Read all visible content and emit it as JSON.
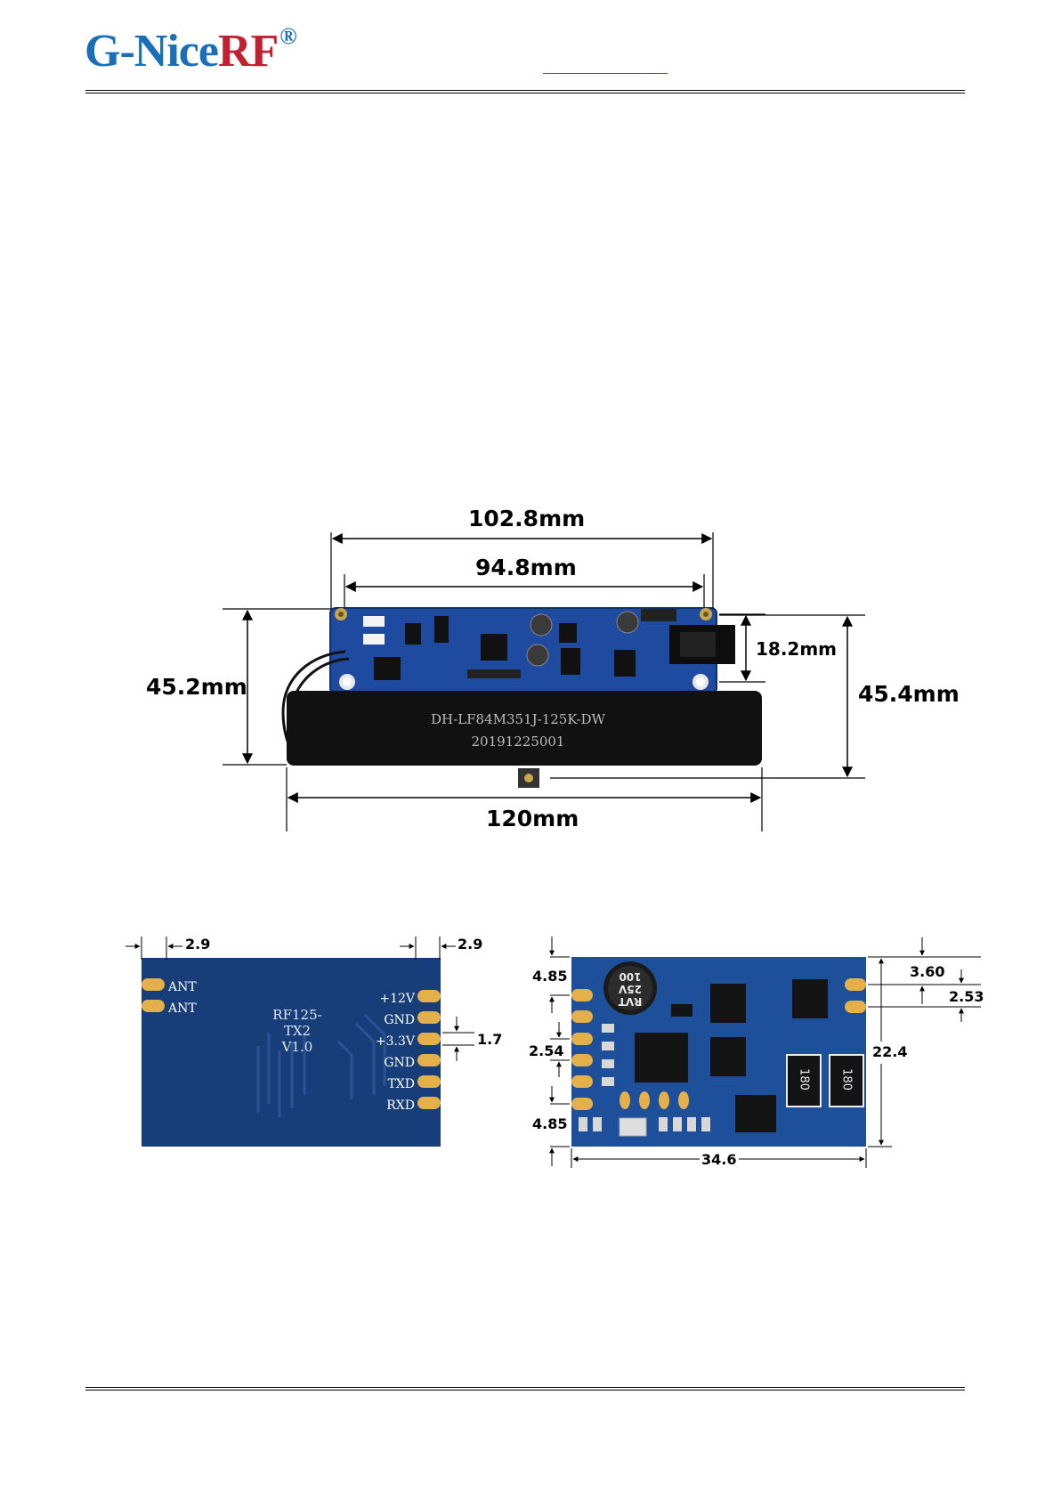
{
  "header": {
    "brand_prefix": "G-Nice",
    "brand_suffix": "RF",
    "registered_mark": "®"
  },
  "figure1": {
    "dim_width_outer": "102.8mm",
    "dim_width_inner": "94.8mm",
    "dim_height_left": "45.2mm",
    "dim_height_right": "45.4mm",
    "dim_connector": "18.2mm",
    "dim_total_width": "120mm",
    "antenna_label_1": "DH-LF84M351J-125K-DW",
    "antenna_label_2": "20191225001"
  },
  "figure2": {
    "back": {
      "dim_left": "2.9",
      "dim_right": "2.9",
      "dim_pitch": "1.7",
      "ant_labels": [
        "ANT",
        "ANT"
      ],
      "pin_labels": [
        "+12V",
        "GND",
        "+3.3V",
        "GND",
        "TXD",
        "RXD"
      ],
      "board_name": "RF125-TX2",
      "board_version": "V1.0"
    },
    "front": {
      "dim_top": "4.85",
      "dim_pitch": "2.54",
      "dim_bottom": "4.85",
      "dim_width": "34.6",
      "dim_height": "22.4",
      "dim_right_top": "3.60",
      "dim_right_pitch": "2.53",
      "cap_label": [
        "RVT",
        "25V",
        "100"
      ],
      "resistor_label": "180"
    }
  }
}
